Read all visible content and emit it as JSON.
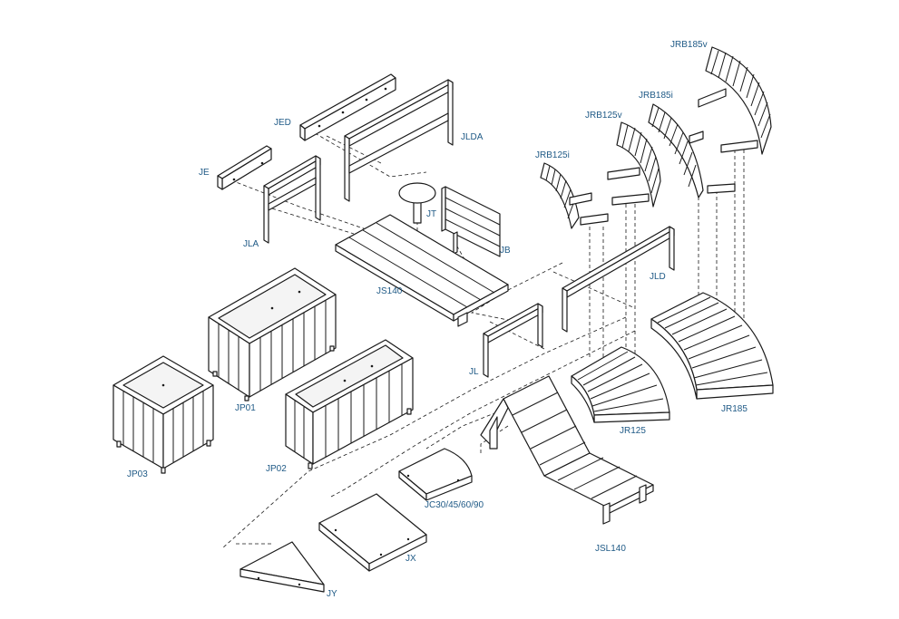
{
  "diagram": {
    "label_color": "#1f5a86",
    "line_color": "#1a1a1a",
    "labels": {
      "JED": "JED",
      "JLDA": "JLDA",
      "JE": "JE",
      "JLA": "JLA",
      "JT": "JT",
      "JB": "JB",
      "JS140": "JS140",
      "JRB185v": "JRB185v",
      "JRB185i": "JRB185i",
      "JRB125v": "JRB125v",
      "JRB125i": "JRB125i",
      "JLD": "JLD",
      "JL": "JL",
      "JR125": "JR125",
      "JR185": "JR185",
      "JP01": "JP01",
      "JP02": "JP02",
      "JP03": "JP03",
      "JC": "JC30/45/60/90",
      "JX": "JX",
      "JY": "JY",
      "JSL140": "JSL140"
    }
  }
}
